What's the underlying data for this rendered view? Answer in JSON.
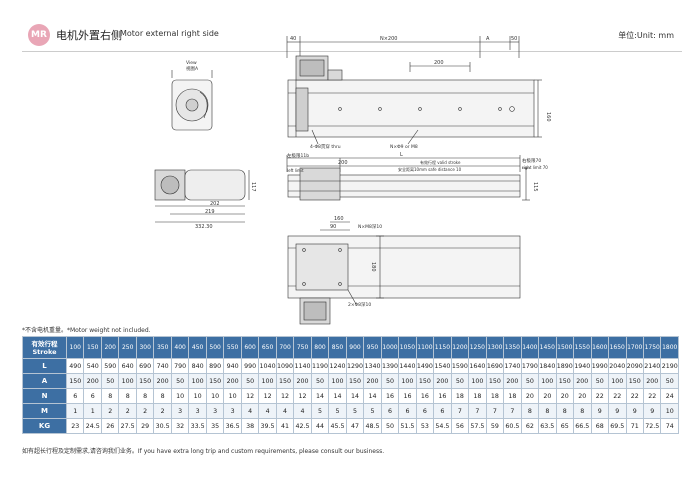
{
  "header": {
    "badge": "MR",
    "title_cn": "电机外置右侧",
    "title_en": "Motor external right side",
    "unit": "单位:Unit: mm"
  },
  "drawing": {
    "top_view": {
      "dim_40": "40",
      "dim_nx200": "N×200",
      "dim_a": "A",
      "dim_50": "50",
      "dim_200": "200",
      "dim_160": "160",
      "hole_label": "4-Φ8贯穿 thru",
      "hole_label2": "N×Φ9 or M8"
    },
    "side_view_label": "View\n视图A",
    "side_view": {
      "left_limit": "左极限11b",
      "left_limit_en": "left limit",
      "dim_l": "L",
      "dim_200": "200",
      "stroke": "有效行程 valid stroke",
      "safety": "安全距离10mm safe distance 10",
      "right_limit": "右极限70",
      "right_limit_en": "right limit 70",
      "dim_115": "115",
      "dim_117": "117",
      "dim_202": "202",
      "dim_219": "219",
      "dim_332": "332.30"
    },
    "bottom_view": {
      "dim_160": "160",
      "dim_90": "90",
      "hole_label": "N×M8深10",
      "hole_label2": "2×Φ8深10",
      "dim_180": "180"
    }
  },
  "note": "*不含电机重量。*Motor weight not included.",
  "table": {
    "header_label": "有效行程\nStroke",
    "strokes": [
      "100",
      "150",
      "200",
      "250",
      "300",
      "350",
      "400",
      "450",
      "500",
      "550",
      "600",
      "650",
      "700",
      "750",
      "800",
      "850",
      "900",
      "950",
      "1000",
      "1050",
      "1100",
      "1150",
      "1200",
      "1250",
      "1300",
      "1350",
      "1400",
      "1450",
      "1500",
      "1550",
      "1600",
      "1650",
      "1700",
      "1750",
      "1800"
    ],
    "rows": [
      {
        "label": "L",
        "values": [
          "490",
          "540",
          "590",
          "640",
          "690",
          "740",
          "790",
          "840",
          "890",
          "940",
          "990",
          "1040",
          "1090",
          "1140",
          "1190",
          "1240",
          "1290",
          "1340",
          "1390",
          "1440",
          "1490",
          "1540",
          "1590",
          "1640",
          "1690",
          "1740",
          "1790",
          "1840",
          "1890",
          "1940",
          "1990",
          "2040",
          "2090",
          "2140",
          "2190"
        ]
      },
      {
        "label": "A",
        "values": [
          "150",
          "200",
          "50",
          "100",
          "150",
          "200",
          "50",
          "100",
          "150",
          "200",
          "50",
          "100",
          "150",
          "200",
          "50",
          "100",
          "150",
          "200",
          "50",
          "100",
          "150",
          "200",
          "50",
          "100",
          "150",
          "200",
          "50",
          "100",
          "150",
          "200",
          "50",
          "100",
          "150",
          "200",
          "50"
        ]
      },
      {
        "label": "N",
        "values": [
          "6",
          "6",
          "8",
          "8",
          "8",
          "8",
          "10",
          "10",
          "10",
          "10",
          "12",
          "12",
          "12",
          "12",
          "14",
          "14",
          "14",
          "14",
          "16",
          "16",
          "16",
          "16",
          "18",
          "18",
          "18",
          "18",
          "20",
          "20",
          "20",
          "20",
          "22",
          "22",
          "22",
          "22",
          "24"
        ]
      },
      {
        "label": "M",
        "values": [
          "1",
          "1",
          "2",
          "2",
          "2",
          "2",
          "3",
          "3",
          "3",
          "3",
          "4",
          "4",
          "4",
          "4",
          "5",
          "5",
          "5",
          "5",
          "6",
          "6",
          "6",
          "6",
          "7",
          "7",
          "7",
          "7",
          "8",
          "8",
          "8",
          "8",
          "9",
          "9",
          "9",
          "9",
          "10"
        ]
      },
      {
        "label": "KG",
        "values": [
          "23",
          "24.5",
          "26",
          "27.5",
          "29",
          "30.5",
          "32",
          "33.5",
          "35",
          "36.5",
          "38",
          "39.5",
          "41",
          "42.5",
          "44",
          "45.5",
          "47",
          "48.5",
          "50",
          "51.5",
          "53",
          "54.5",
          "56",
          "57.5",
          "59",
          "60.5",
          "62",
          "63.5",
          "65",
          "66.5",
          "68",
          "69.5",
          "71",
          "72.5",
          "74"
        ]
      }
    ]
  },
  "footer": "如有超长行程及定制需求,请咨询我们业务。If you have extra long trip and custom requirements, please consult our business."
}
